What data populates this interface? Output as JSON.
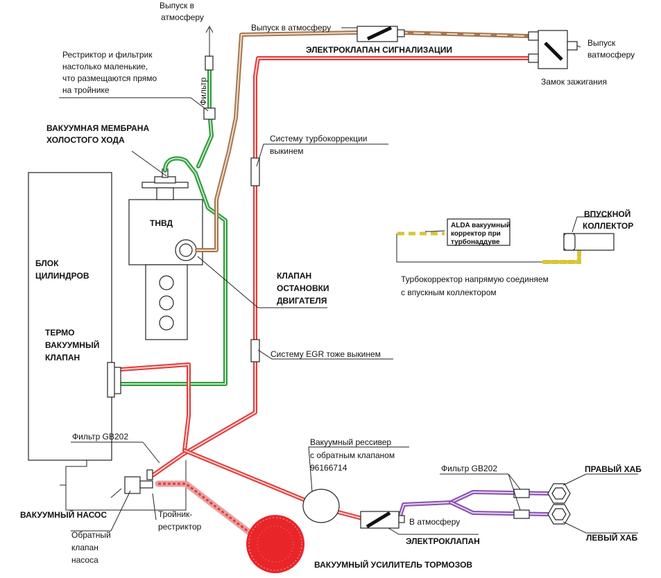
{
  "labels": {
    "atm_top": [
      "Выпуск в",
      "атмосферу"
    ],
    "filter_vertical": "Фильтр",
    "restrictor_note": [
      "Рестриктор и фильтрик",
      "настолько маленькие,",
      "что размещаются прямо",
      "на тройнике"
    ],
    "idle_membrane": [
      "ВАКУУМНАЯ МЕМБРАНА",
      "ХОЛОСТОГО ХОДА"
    ],
    "tnvd": "ТНВД",
    "block": [
      "БЛОК",
      "ЦИЛИНДРОВ"
    ],
    "thermo_valve": [
      "ТЕРМО",
      "ВАКУУМНЫЙ",
      "КЛАПАН"
    ],
    "engine_stop_valve": [
      "КЛАПАН",
      "ОСТАНОВКИ",
      "ДВИГАТЕЛЯ"
    ],
    "atm_signal": "Выпуск в атмосферу",
    "signal_valve": "ЭЛЕКТРОКЛАПАН СИГНАЛИЗАЦИИ",
    "atm_right": [
      "Выпуск",
      "ватмосферу"
    ],
    "ignition_lock": "Замок зажигания",
    "turbo_system": [
      "Систему турбокоррекции",
      "выкинем"
    ],
    "egr_system": "Систему EGR тоже выкинем",
    "alda": [
      "ALDA вакуумный",
      "корректор при",
      "турбонаддуве"
    ],
    "intake": [
      "ВПУСКНОЙ",
      "КОЛЛЕКТОР"
    ],
    "turbo_note": [
      "Турбокорректор напрямую соединяем",
      "с впускным коллектором"
    ],
    "filter_gb_left": "Фильтр GB202",
    "filter_gb_right": "Фильтр GB202",
    "receiver": [
      "Вакуумный рессивер",
      "с обратным клапаном",
      "96166714"
    ],
    "right_hub": "ПРАВЫЙ ХАБ",
    "left_hub": "ЛЕВЫЙ ХАБ",
    "vacuum_pump": "ВАКУУМНЫЙ НАСОС",
    "check_valve": [
      "Обратный",
      "клапан",
      "насоса"
    ],
    "tee_restrictor": [
      "Тройник-",
      "рестриктор"
    ],
    "to_atm": "В атмосферу",
    "electro_valve": "ЭЛЕКТРОКЛАПАН",
    "brake_booster": "ВАКУУМНЫЙ УСИЛИТЕЛЬ ТОРМОЗОВ"
  },
  "colors": {
    "red_line": "#e23b3b",
    "green_line": "#2e9a3a",
    "brown_line": "#a4764f",
    "purple_line": "#8a4fb0",
    "yellow_line": "#d8c43a",
    "booster_fill": "#e8262a"
  }
}
